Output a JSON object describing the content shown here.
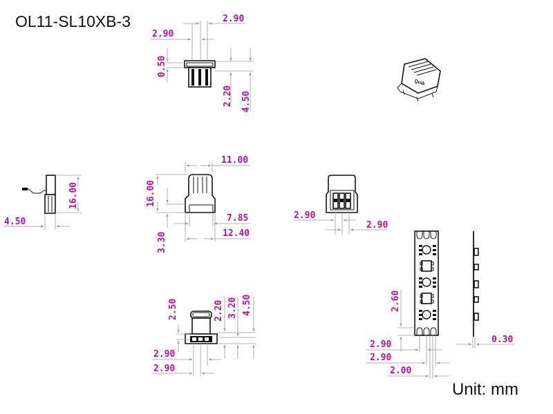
{
  "title": "OL11-SL10XB-3",
  "unit_label": "Unit: mm",
  "colors": {
    "dimension_text": "#b0119a",
    "extension_line": "#9a9a9a",
    "outline": "#111111"
  },
  "views": {
    "top_view": {
      "dims": {
        "pitch_left": "2.90",
        "pitch_right": "2.90",
        "lip": "0.50",
        "body": "2.20",
        "overall": "4.50"
      }
    },
    "iso_view": {
      "label": "isometric",
      "brand_text": "Quik"
    },
    "side_view": {
      "dims": {
        "height": "16.00",
        "thickness": "4.50"
      }
    },
    "front_view": {
      "dims": {
        "width_top": "11.00",
        "height": "16.00",
        "inner_width": "7.85",
        "outer_width": "12.40",
        "step": "3.30"
      }
    },
    "rear_view": {
      "dims": {
        "pitch_left": "2.90",
        "pitch_right": "2.90"
      }
    },
    "bottom_view": {
      "dims": {
        "a": "2.50",
        "b": "2.20",
        "c": "3.20",
        "d": "4.50",
        "pitch1": "2.90",
        "pitch2": "2.90"
      }
    },
    "strip_view": {
      "dims": {
        "pad_height": "2.60",
        "pitch1": "2.90",
        "pitch2": "2.90",
        "pad_width": "2.00"
      }
    },
    "strip_side_view": {
      "dims": {
        "thickness": "0.30"
      }
    }
  }
}
